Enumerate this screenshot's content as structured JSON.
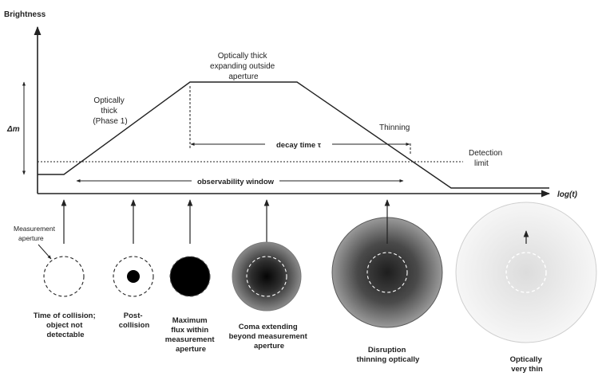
{
  "axes": {
    "y_label": "Brightness",
    "x_label": "log(t)",
    "dm_label": "Δm"
  },
  "curve_labels": {
    "phase1": [
      "Optically",
      "thick",
      "(Phase 1)"
    ],
    "plateau": [
      "Optically thick",
      "expanding outside",
      "aperture"
    ],
    "thinning": "Thinning",
    "detection": [
      "Detection",
      "limit"
    ]
  },
  "intervals": {
    "decay": "decay time τ",
    "observability": "observability window"
  },
  "aperture_label": [
    "Measurement",
    "aperture"
  ],
  "stages": [
    {
      "caption": [
        "Time of collision;",
        "object not",
        "detectable"
      ]
    },
    {
      "caption": [
        "Post-",
        "collision"
      ]
    },
    {
      "caption": [
        "Maximum",
        "flux within",
        "measurement",
        "aperture"
      ]
    },
    {
      "caption": [
        "Coma extending",
        "beyond measurement",
        "aperture"
      ]
    },
    {
      "caption": [
        "Disruption",
        "thinning optically"
      ]
    },
    {
      "caption": [
        "Optically",
        "very thin"
      ]
    }
  ],
  "colors": {
    "line": "#222222",
    "dark": "#000000",
    "coma_edge": "#7a7a7a",
    "disruption_edge": "#5a5a5a",
    "thin_edge": "#cfcfcf"
  }
}
